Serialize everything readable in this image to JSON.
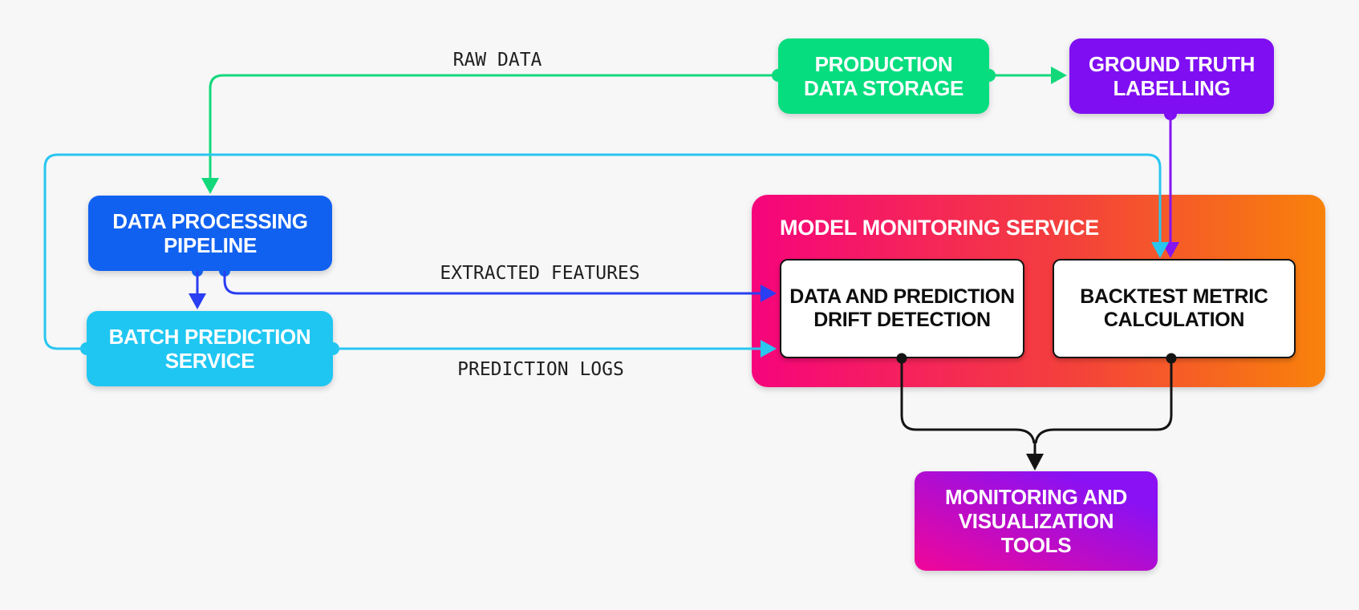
{
  "canvas": {
    "background": "#f7f7f8"
  },
  "nodes": {
    "production_data_storage": {
      "label": "PRODUCTION DATA STORAGE",
      "color": "#06dd7e"
    },
    "ground_truth_labelling": {
      "label": "GROUND TRUTH LABELLING",
      "color": "#7f0ff2"
    },
    "data_processing_pipeline": {
      "label": "DATA PROCESSING PIPELINE",
      "color": "#1161f0"
    },
    "batch_prediction_service": {
      "label": "BATCH PREDICTION SERVICE",
      "color": "#1fc6f2"
    },
    "model_monitoring_service": {
      "label": "MODEL MONITORING SERVICE",
      "gradient": "linear-gradient(90deg,#f6047c 0%,#f4403c 55%,#f8820a 100%)"
    },
    "drift_detection": {
      "label": "DATA AND PREDICTION DRIFT DETECTION"
    },
    "backtest_metric": {
      "label": "BACKTEST METRIC CALCULATION"
    },
    "monitoring_tools": {
      "label": "MONITORING AND VISUALIZATION TOOLS",
      "gradient": "linear-gradient(to top right,#f10698 0%,#8a11f3 80%)"
    }
  },
  "edges": {
    "raw_data": {
      "label": "RAW DATA",
      "color": "#12d87a"
    },
    "storage_to_labelling": {
      "color": "#12d87a"
    },
    "labelled_data": {
      "color": "#8414f0"
    },
    "batch_feedback_loop": {
      "color": "#29c6f0"
    },
    "pipeline_to_batch": {
      "color": "#2a3ef2"
    },
    "extracted_features": {
      "label": "EXTRACTED FEATURES",
      "color": "#2a3ef2"
    },
    "prediction_logs": {
      "label": "PREDICTION LOGS",
      "color": "#29c6f0"
    },
    "merge_to_tools": {
      "color": "#141414"
    }
  }
}
